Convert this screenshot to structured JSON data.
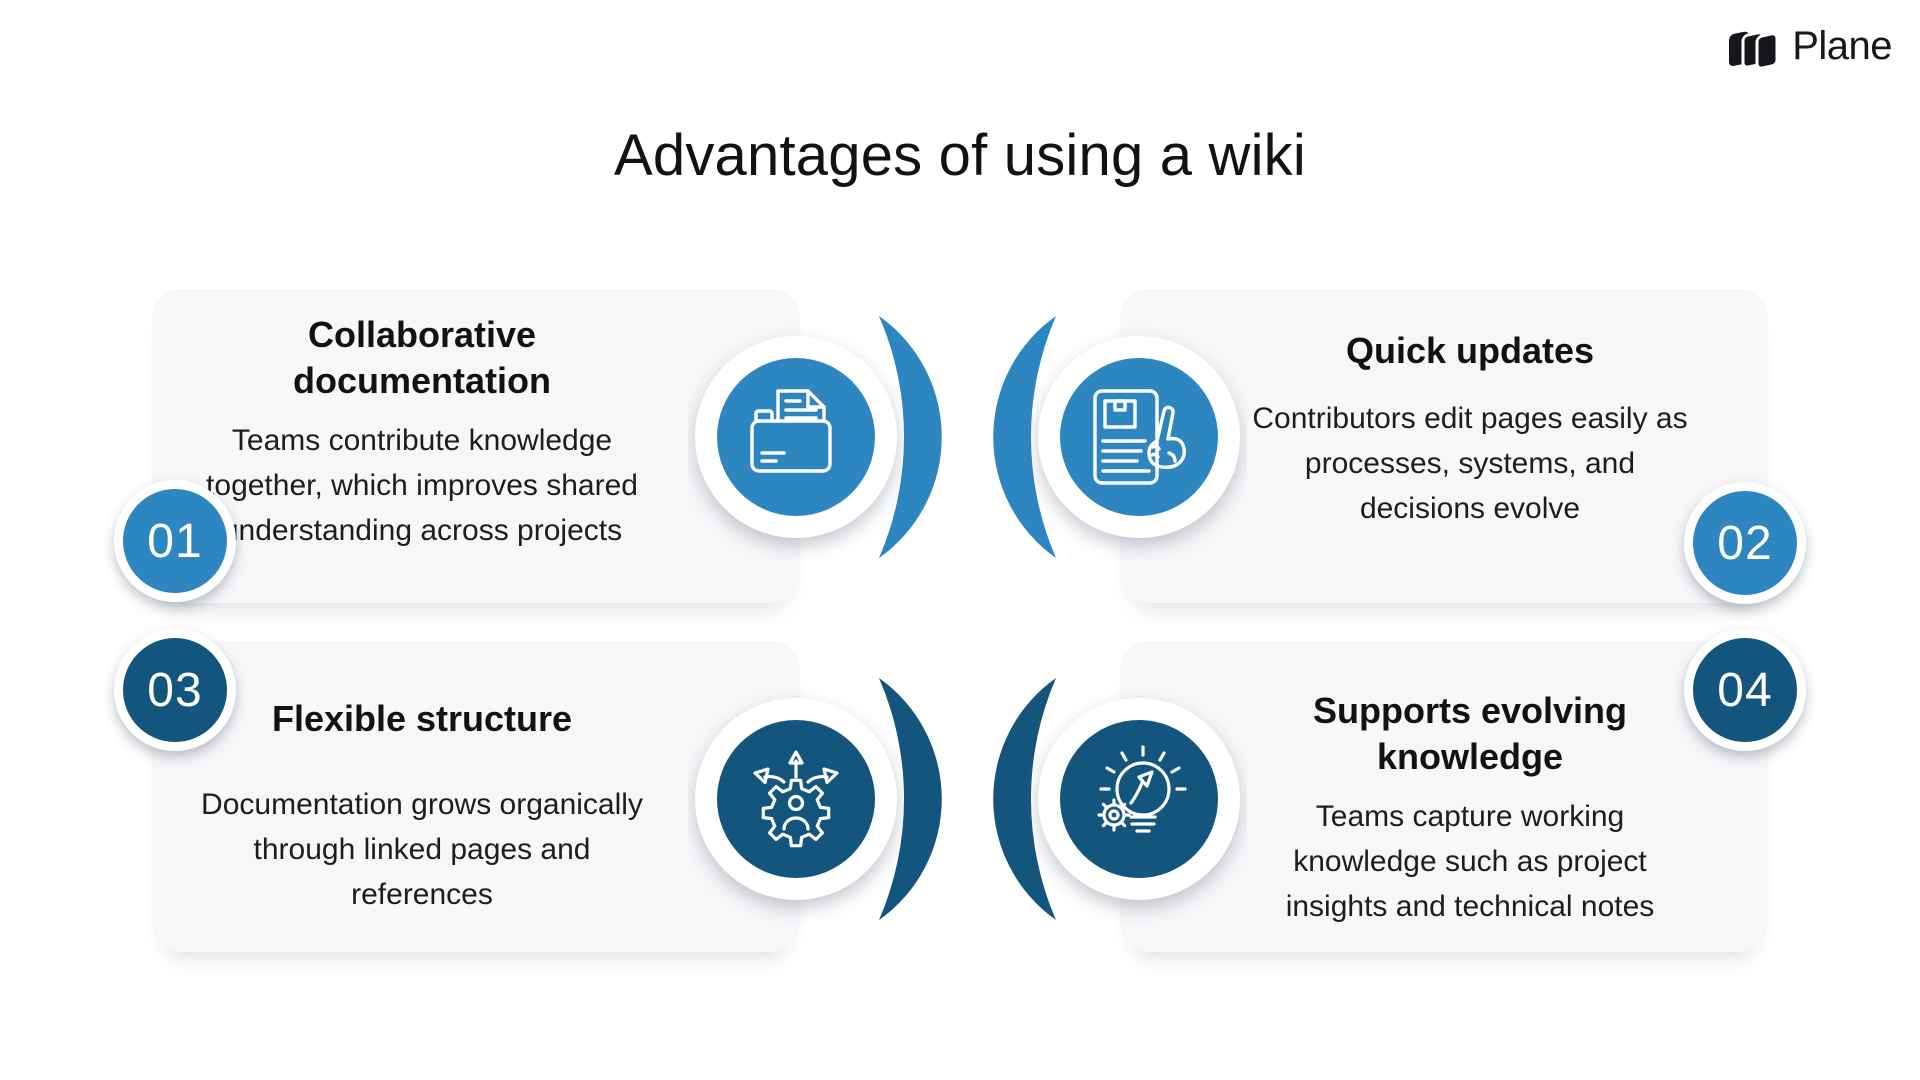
{
  "logo": {
    "text": "Plane"
  },
  "page": {
    "title": "Advantages of using a wiki"
  },
  "colors": {
    "light_blue": "#2e86c0",
    "dark_blue": "#14557e",
    "card_background": "#f7f7f9",
    "badge_ring": "#ffffff",
    "title_text": "#111213",
    "body_text": "#1d1d1f",
    "background": "#ffffff"
  },
  "items": [
    {
      "number": "01",
      "title": "Collaborative documentation",
      "description": "Teams contribute knowledge together, which improves shared understanding across projects",
      "icon": "folder-documents-icon",
      "tone": "light"
    },
    {
      "number": "02",
      "title": "Quick updates",
      "description": "Contributors edit pages easily as processes, systems, and decisions evolve",
      "icon": "document-edit-hand-icon",
      "tone": "light"
    },
    {
      "number": "03",
      "title": "Flexible structure",
      "description": "Documentation grows organically through linked pages and references",
      "icon": "gear-person-arrows-icon",
      "tone": "dark"
    },
    {
      "number": "04",
      "title": "Supports evolving knowledge",
      "description": "Teams capture working knowledge such as project insights and technical notes",
      "icon": "lightbulb-gear-icon",
      "tone": "dark"
    }
  ]
}
